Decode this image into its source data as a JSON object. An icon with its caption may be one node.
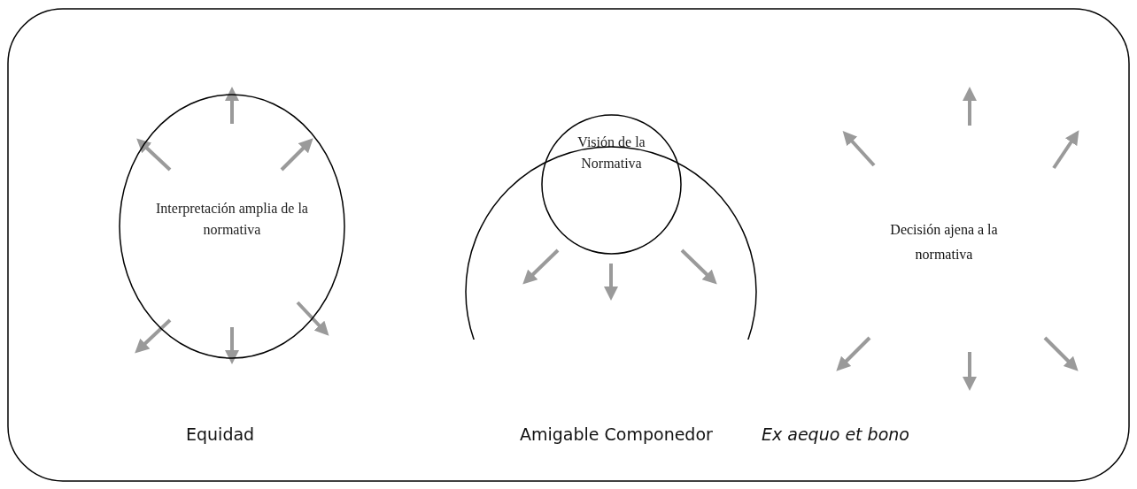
{
  "diagram": {
    "nodes": [
      {
        "text": [
          "Interpretación amplia de la normativa"
        ]
      },
      {
        "text": [
          "Visión de la Normativa"
        ]
      },
      {
        "text": [],
        "shape": "circle"
      }
    ],
    "labels": [
      "Decisión ajena a la normativa",
      "Equidad",
      "Amigable Componedor",
      "Ex aequo et bono"
    ]
  }
}
